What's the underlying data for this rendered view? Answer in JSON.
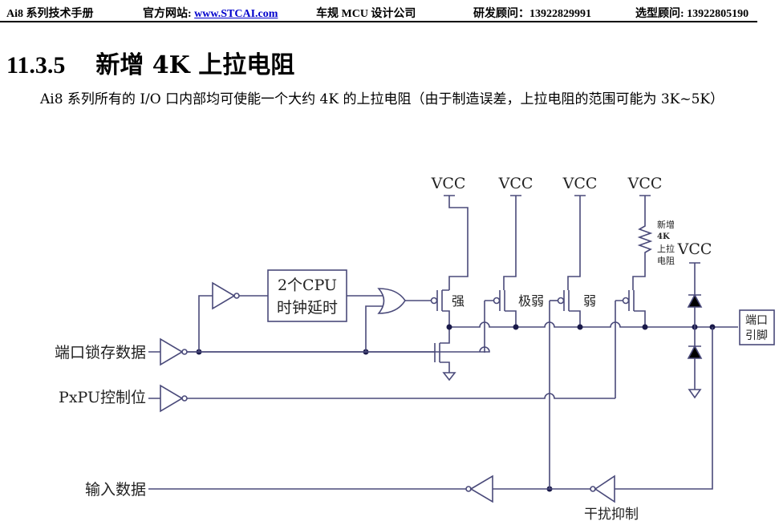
{
  "header": {
    "manual": "Ai8 系列技术手册",
    "website_label": "官方网站:",
    "website": "www.STCAI.com",
    "company": "车规 MCU 设计公司",
    "rd_advisor": "研发顾问：13922829991",
    "selection_advisor": "选型顾问: 13922805190"
  },
  "section": {
    "number": "11.3.5",
    "title": "新增 4K 上拉电阻"
  },
  "paragraph": "Ai8 系列所有的 I/O 口内部均可使能一个大约 4K 的上拉电阻（由于制造误差，上拉电阻的范围可能为 3K~5K）",
  "diagram": {
    "vcc_labels": [
      "VCC",
      "VCC",
      "VCC",
      "VCC",
      "VCC"
    ],
    "delay_box": [
      "2个CPU",
      "时钟延时"
    ],
    "transistor_labels": {
      "strong": "强",
      "very_weak": "极弱",
      "weak": "弱"
    },
    "resistor_label": [
      "新增",
      "4K",
      "上拉",
      "电阻"
    ],
    "port_pin": [
      "端口",
      "引脚"
    ],
    "inputs": {
      "latch_data": "端口锁存数据",
      "pxpu_control": "PxPU控制位",
      "input_data": "输入数据"
    },
    "noise_suppression": "干扰抑制"
  }
}
